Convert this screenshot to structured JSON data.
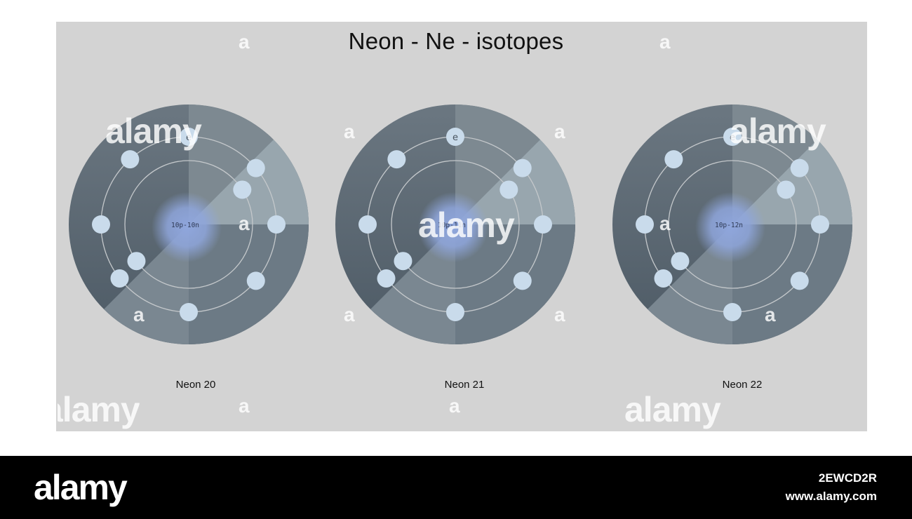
{
  "title": "Neon - Ne - isotopes",
  "electron_label": "e",
  "colors": {
    "panel_background": "#d3d3d3",
    "atom_dark": "#5f6d79",
    "atom_light": "#98a6ae",
    "electron_fill": "#c9dbeb",
    "nucleus_glow": "#8fa6dc",
    "orbit_line": "#c4c8cb"
  },
  "atoms": [
    {
      "name": "Neon 20",
      "nucleus_label": "10p-10n",
      "shells": [
        2,
        8
      ]
    },
    {
      "name": "Neon 21",
      "nucleus_label": "10p-11n",
      "shells": [
        2,
        8
      ]
    },
    {
      "name": "Neon 22",
      "nucleus_label": "10p-12n",
      "shells": [
        2,
        8
      ]
    }
  ],
  "watermark": {
    "brand": "alamy",
    "letter": "a",
    "image_id": "2EWCD2R",
    "url": "www.alamy.com"
  }
}
